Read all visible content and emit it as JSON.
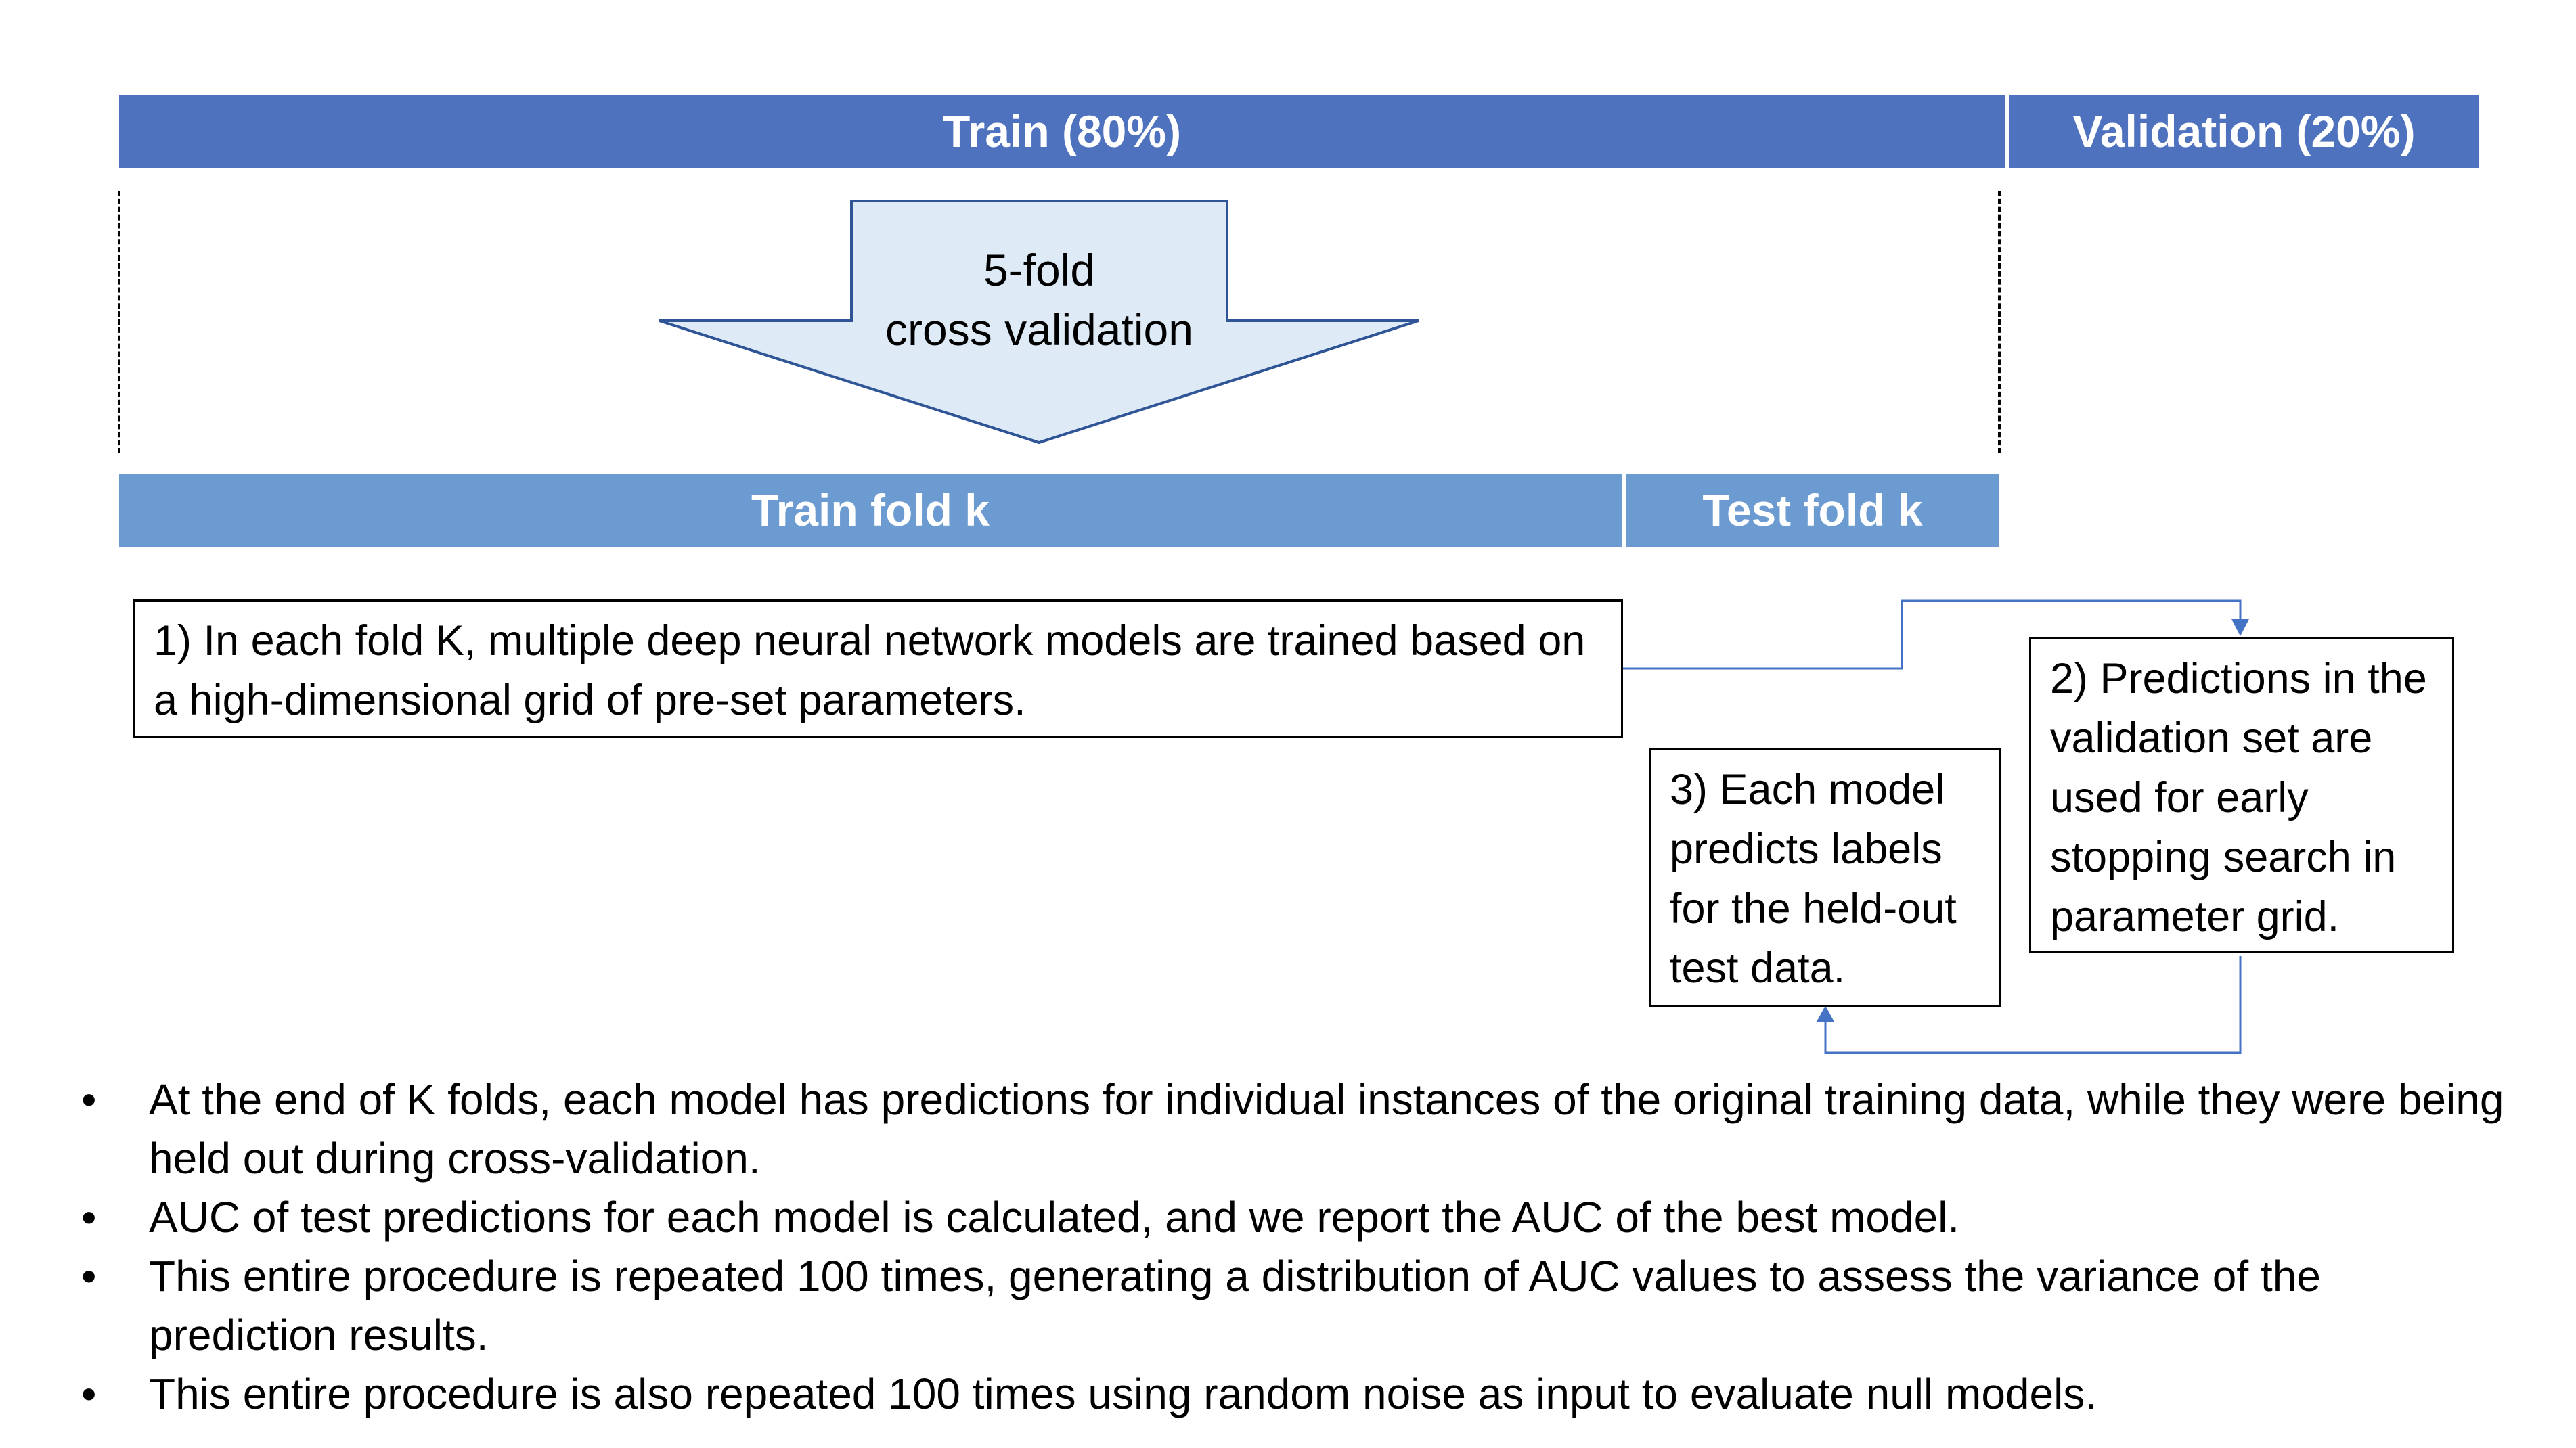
{
  "top_bar": {
    "train_label": "Train (80%)",
    "validation_label": "Validation (20%)"
  },
  "cv_arrow": {
    "line1": "5-fold",
    "line2": "cross validation"
  },
  "fold_bar": {
    "train_fold_label": "Train fold k",
    "test_fold_label": "Test fold k"
  },
  "steps": {
    "step1": "1) In each fold K, multiple deep neural network models are trained based on a high-dimensional grid of pre-set parameters.",
    "step2": "2) Predictions in the validation set are used for early stopping search in parameter grid.",
    "step3": "3) Each model predicts labels for the held-out test data."
  },
  "notes": [
    "At the end of K folds, each model has predictions for individual instances of the original training data, while they were being held out during cross-validation.",
    "AUC of test predictions for each model is calculated, and we report the AUC of the best model.",
    "This entire procedure is repeated 100 times, generating a distribution of AUC values to assess the variance of the prediction results.",
    "This entire procedure is also repeated 100 times using random noise as input to evaluate null models."
  ],
  "colors": {
    "dark_bar": "#4e72be",
    "light_bar": "#6b9bd1",
    "arrow_fill": "#deeaf6",
    "arrow_stroke": "#2f5597",
    "connector": "#4472c4"
  }
}
